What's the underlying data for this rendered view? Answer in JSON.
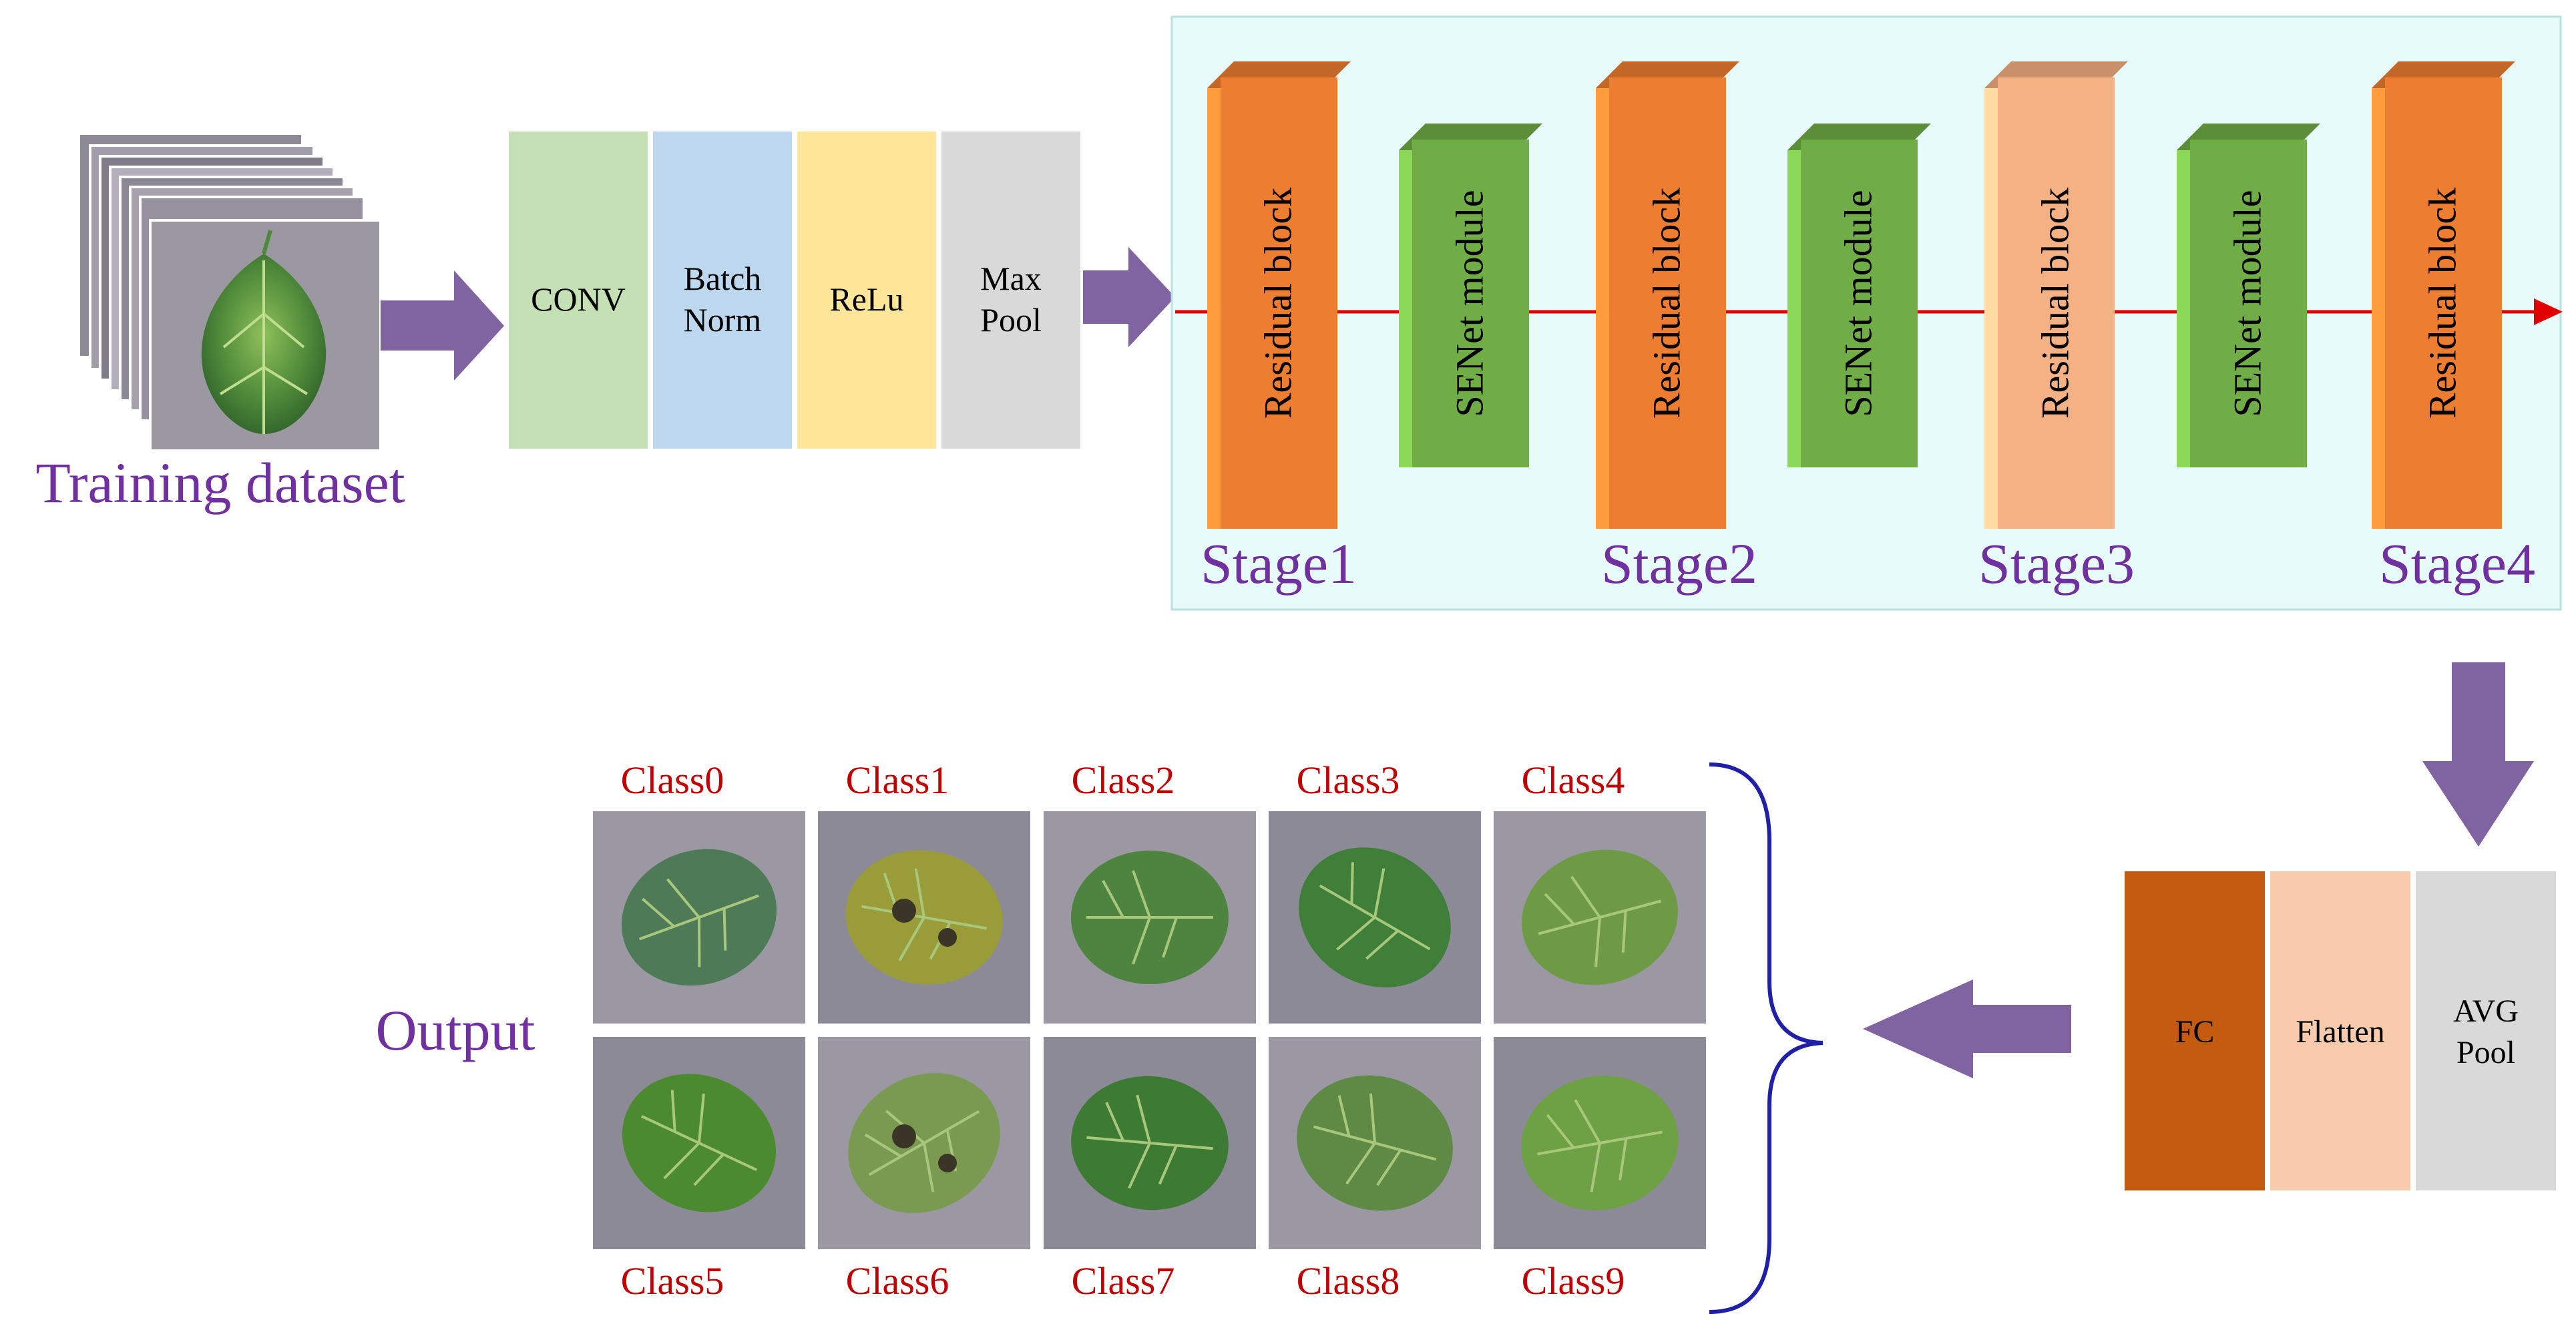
{
  "input": {
    "caption": "Training dataset"
  },
  "stem_blocks": [
    {
      "label_lines": [
        "CONV"
      ],
      "color": "#c5e0b4"
    },
    {
      "label_lines": [
        "Batch",
        "Norm"
      ],
      "color": "#bdd7ee"
    },
    {
      "label_lines": [
        "ReLu"
      ],
      "color": "#ffe699"
    },
    {
      "label_lines": [
        "Max",
        "Pool"
      ],
      "color": "#d9d9d9"
    }
  ],
  "backbone": {
    "background": "#e8fbfb",
    "residual_label": "Residual block",
    "senet_label": "SENet module",
    "stages": [
      "Stage1",
      "Stage2",
      "Stage3",
      "Stage4"
    ],
    "residual_colors": [
      "#ed7d31",
      "#ed7d31",
      "#f4b183",
      "#ed7d31"
    ],
    "senet_color": "#70ad47",
    "flow_color": "#e00000"
  },
  "head_blocks": [
    {
      "label_lines": [
        "FC"
      ],
      "color": "#c55a11"
    },
    {
      "label_lines": [
        "Flatten"
      ],
      "color": "#f8cbad"
    },
    {
      "label_lines": [
        "AVG",
        "Pool"
      ],
      "color": "#d9d9d9"
    }
  ],
  "output": {
    "caption": "Output",
    "classes_top": [
      "Class0",
      "Class1",
      "Class2",
      "Class3",
      "Class4"
    ],
    "classes_bottom": [
      "Class5",
      "Class6",
      "Class7",
      "Class8",
      "Class9"
    ]
  },
  "colors": {
    "arrow": "#8064a2",
    "caption": "#7030a0",
    "class_label": "#c00000",
    "brace": "#1f1fa8"
  }
}
